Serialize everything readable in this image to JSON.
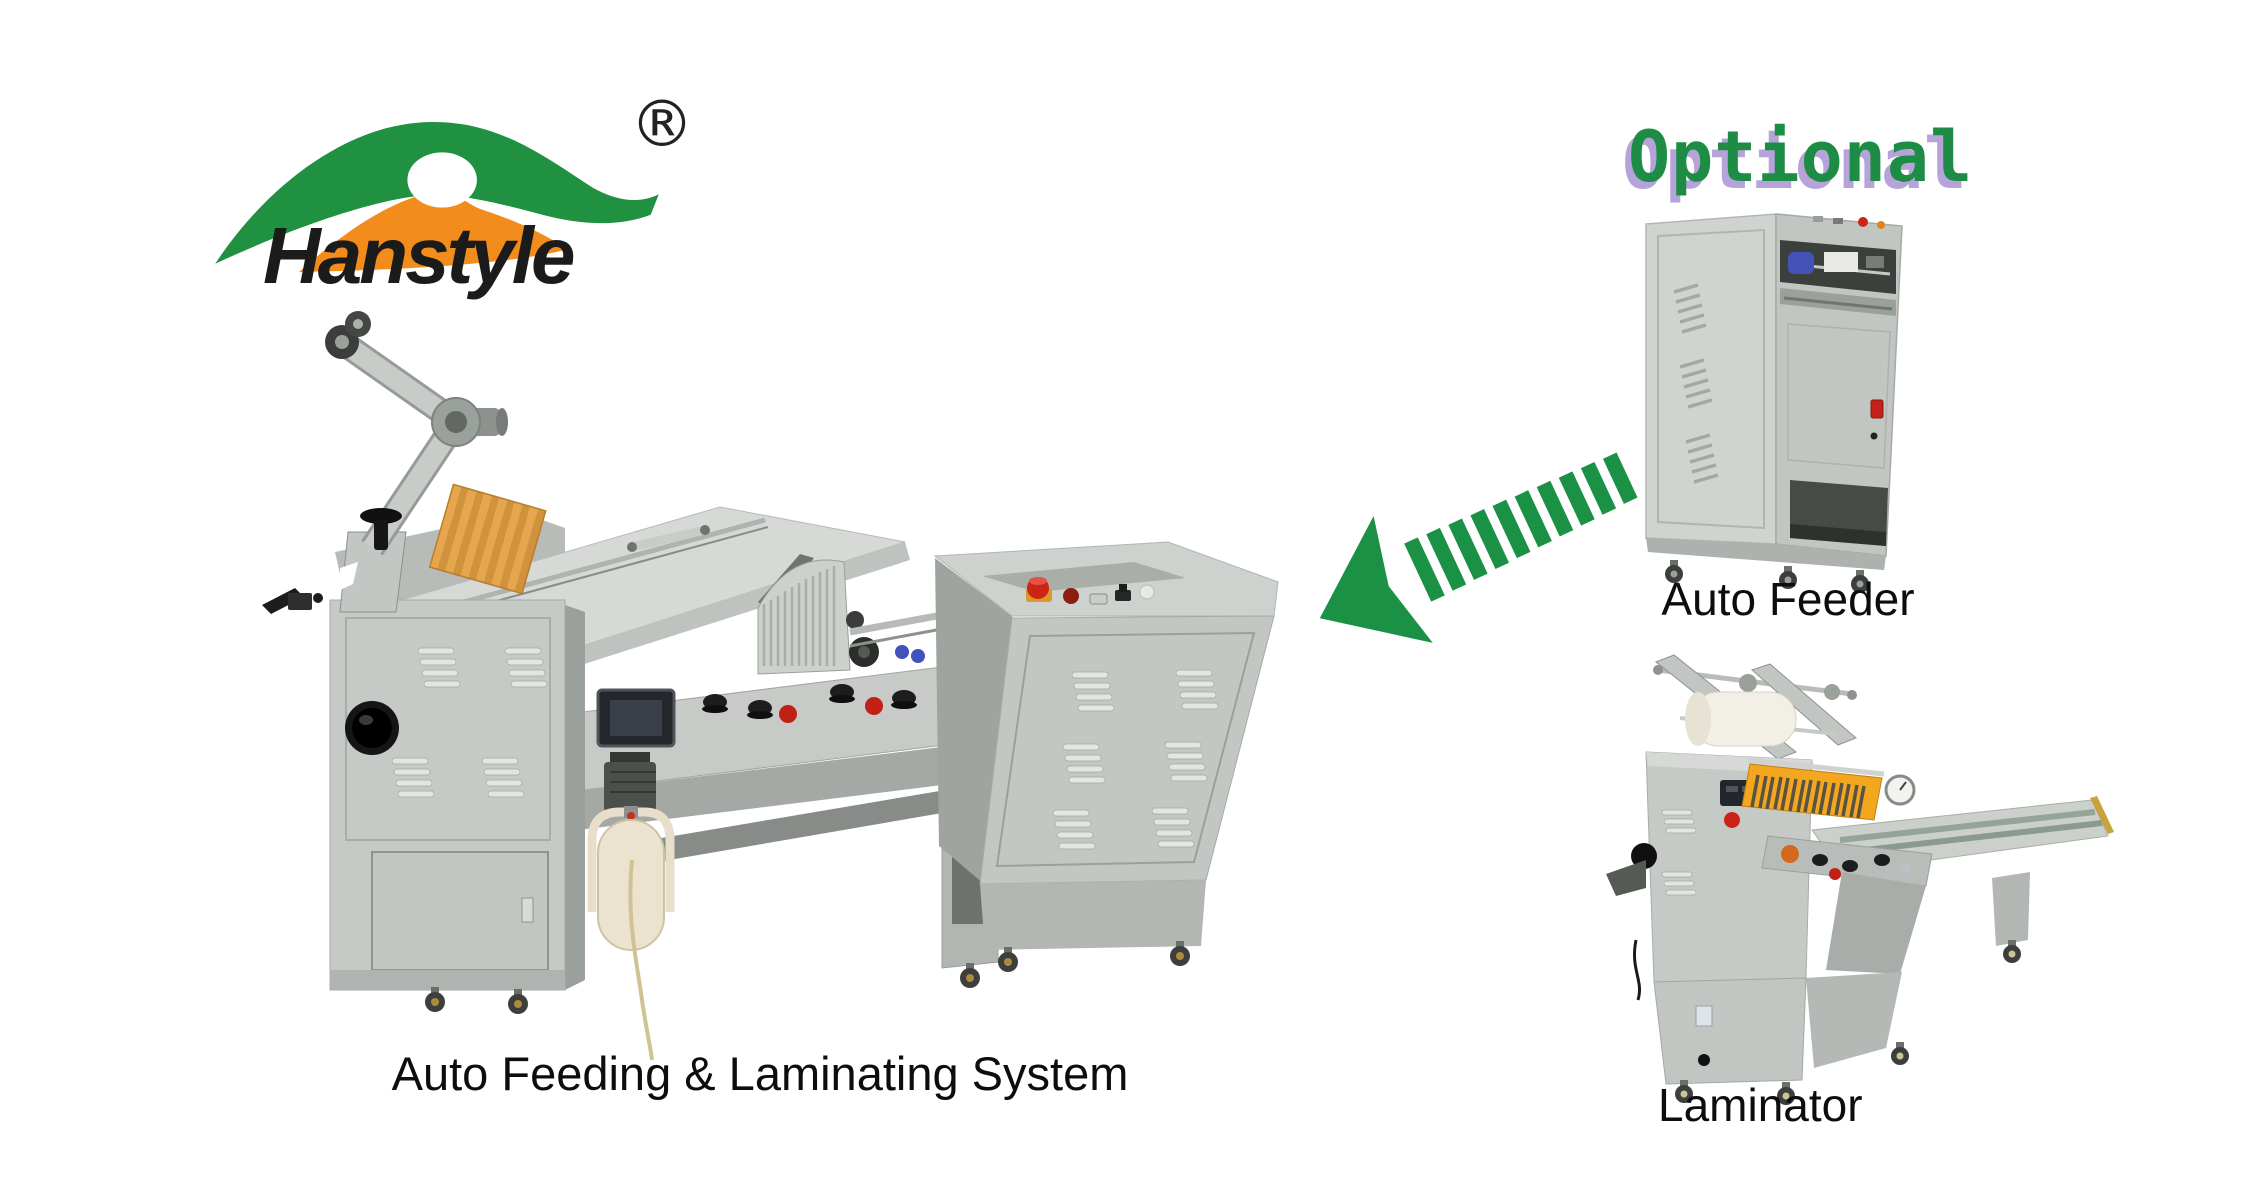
{
  "page": {
    "background": "#ffffff"
  },
  "logo": {
    "brand": "Hanstyle",
    "registered_mark": "®",
    "swoosh_green": "#1f9140",
    "mountain_orange": "#f28c1c",
    "text_color": "#1b1b1b"
  },
  "optional": {
    "title": "Optional",
    "color": "#1d8c44",
    "shadow_color": "#b5a3da"
  },
  "arrow": {
    "direction": "down-left",
    "style": "segmented",
    "segments": 10,
    "color": "#1b9145"
  },
  "machines": {
    "auto_feeder": {
      "label": "Auto Feeder"
    },
    "laminator": {
      "label": "Laminator"
    },
    "main_system": {
      "caption": "Auto Feeding & Laminating System"
    }
  },
  "machine_palette": {
    "body": "#c3c7c3",
    "body_light": "#d3d6d2",
    "body_dark": "#9fa49f",
    "shadow": "#8e938f",
    "cavity": "#3f443f",
    "accent_orange": "#e8a64c",
    "tank_cream": "#ece3cf",
    "roller_blue": "#4553b8",
    "button_red": "#cd2418",
    "guard_yellow": "#f2a71f"
  }
}
